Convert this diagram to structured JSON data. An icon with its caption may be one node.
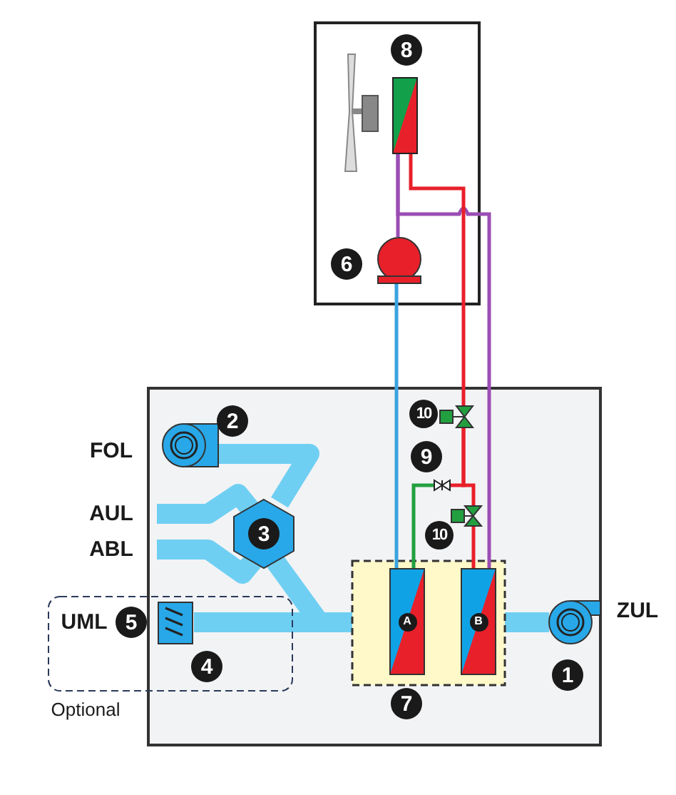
{
  "diagram": {
    "nodes": [
      {
        "text": [],
        "shape": "box",
        "beside": [
          "8"
        ]
      },
      {
        "text": [],
        "shape": "circle",
        "beside": [
          "6"
        ]
      },
      {
        "text": [],
        "shape": "valve",
        "beside": [
          "10"
        ]
      },
      {
        "text": [],
        "shape": "valve"
      },
      {
        "text": [],
        "shape": "valve",
        "beside": [
          "10"
        ]
      },
      {
        "text": [
          "A"
        ]
      },
      {
        "text": [
          "B"
        ]
      }
    ],
    "edges": [
      {
        "from": 0,
        "to": 1,
        "arrow": "none",
        "color": "#9b4db3"
      },
      {
        "from": 0,
        "to": 6,
        "arrow": "none",
        "color": "#9b4db3"
      },
      {
        "from": 0,
        "to": 2,
        "arrow": "none"
      },
      {
        "from": 2,
        "to": 4,
        "arrow": "none"
      },
      {
        "from": 2,
        "to": 3,
        "arrow": "none"
      },
      {
        "from": 3,
        "to": 5,
        "arrow": "none",
        "color": "#22a040"
      },
      {
        "from": 4,
        "to": 6,
        "arrow": "none"
      },
      {
        "from": 1,
        "to": 5,
        "arrow": "none",
        "color": "#3aa3e0"
      }
    ],
    "labels": [
      "2",
      "FOL",
      "9",
      "AUL",
      "3",
      "ABL",
      "UML",
      "5",
      "ZUL",
      "4",
      "1",
      "7",
      "Optional"
    ]
  }
}
